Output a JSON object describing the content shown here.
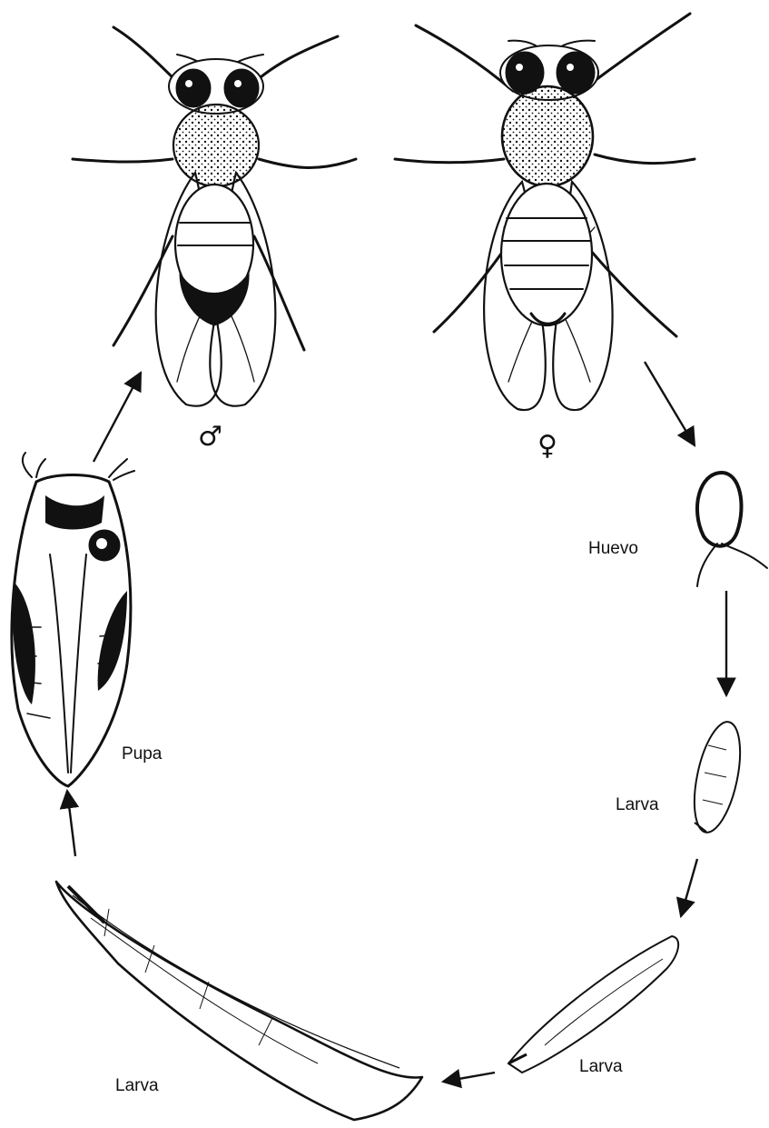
{
  "labels": {
    "male_symbol": "♂",
    "female_symbol": "♀",
    "egg": "Huevo",
    "larva_small": "Larva",
    "larva_medium": "Larva",
    "larva_large": "Larva",
    "pupa": "Pupa"
  },
  "colors": {
    "ink": "#111111",
    "paper": "#ffffff"
  }
}
